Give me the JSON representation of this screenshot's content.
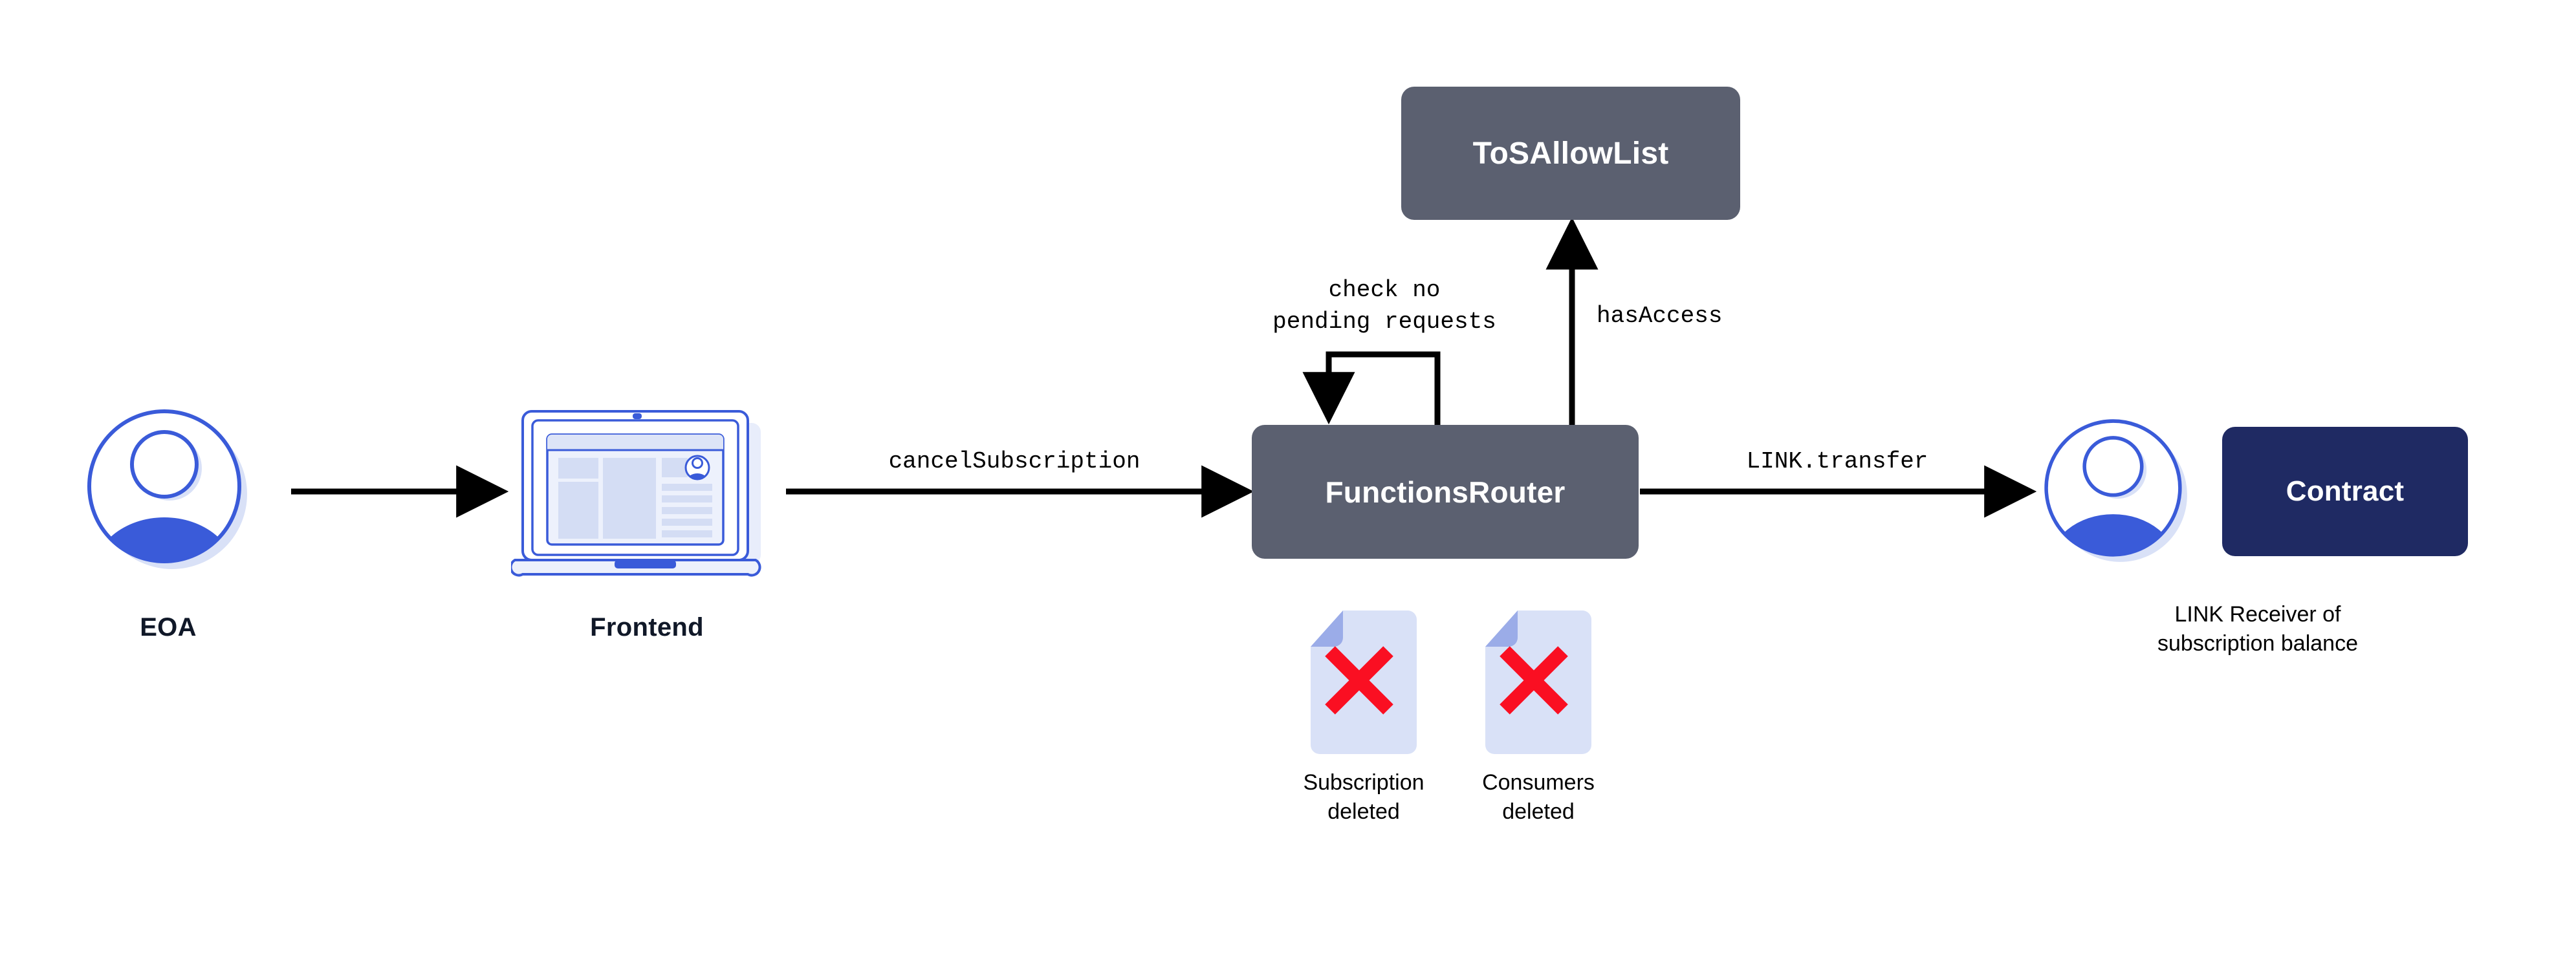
{
  "diagram": {
    "title": "Chainlink Functions cancelSubscription flow",
    "background_color": "#FFFFFF",
    "colors": {
      "box_gray": "#5B6070",
      "box_navy": "#1F2A63",
      "accent_blue": "#3A5BD9",
      "avatar_shadow": "#D9E1F7",
      "doc_body": "#D9E1F7",
      "doc_fold": "#9BACE8",
      "doc_cross_red": "#FA0F22",
      "edge_black": "#000000",
      "label_dark": "#101828"
    }
  },
  "nodes": [
    {
      "id": "eoa",
      "type": "avatar",
      "caption": "EOA",
      "caption_style": "bold"
    },
    {
      "id": "frontend",
      "type": "laptop",
      "caption": "Frontend",
      "caption_style": "bold"
    },
    {
      "id": "functions_router",
      "type": "box",
      "label": "FunctionsRouter",
      "fill": "#5B6070"
    },
    {
      "id": "tos_allow_list",
      "type": "box",
      "label": "ToSAllowList",
      "fill": "#5B6070"
    },
    {
      "id": "link_receiver",
      "type": "avatar",
      "caption": "LINK Receiver of\nsubscription balance",
      "caption_style": "plain"
    },
    {
      "id": "contract",
      "type": "box",
      "label": "Contract",
      "fill": "#1F2A63"
    },
    {
      "id": "subscription_deleted",
      "type": "document",
      "caption": "Subscription\ndeleted",
      "marker": "red-cross"
    },
    {
      "id": "consumers_deleted",
      "type": "document",
      "caption": "Consumers\ndeleted",
      "marker": "red-cross"
    }
  ],
  "edges": [
    {
      "id": "eoa-to-frontend",
      "from": "eoa",
      "to": "frontend",
      "label": "",
      "style": "solid-arrow"
    },
    {
      "id": "frontend-to-router",
      "from": "frontend",
      "to": "functions_router",
      "label": "cancelSubscription",
      "style": "solid-arrow"
    },
    {
      "id": "router-self-loop",
      "from": "functions_router",
      "to": "functions_router",
      "label": "check no\npending requests",
      "style": "solid-arrow-loop"
    },
    {
      "id": "router-to-tos",
      "from": "functions_router",
      "to": "tos_allow_list",
      "label": "hasAccess",
      "style": "solid-arrow"
    },
    {
      "id": "router-to-receiver",
      "from": "functions_router",
      "to": "link_receiver",
      "label": "LINK.transfer",
      "style": "solid-arrow"
    }
  ],
  "labels": {
    "eoa": "EOA",
    "frontend": "Frontend",
    "functions_router": "FunctionsRouter",
    "tos_allow_list": "ToSAllowList",
    "contract": "Contract",
    "link_receiver": "LINK Receiver of\nsubscription balance",
    "subscription_deleted": "Subscription\ndeleted",
    "consumers_deleted": "Consumers\ndeleted",
    "edge_cancel_subscription": "cancelSubscription",
    "edge_check_no_pending": "check no\npending requests",
    "edge_has_access": "hasAccess",
    "edge_link_transfer": "LINK.transfer"
  }
}
